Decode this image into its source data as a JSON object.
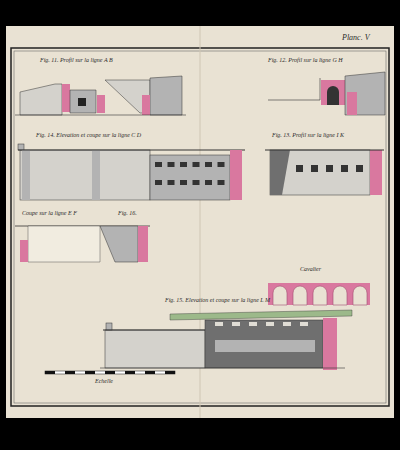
{
  "diagram": {
    "labels": [
      "Planc. V",
      "Fig. 11. Profil sur la ligne A B",
      "Fig. 12. Profil sur la ligne G H",
      "Fig. 14. Elevation et coupe sur la ligne C D",
      "Fig. 13. Profil sur la ligne I K",
      "Coupe sur la ligne E F",
      "Fig. 16.",
      "Cavalier",
      "Fig. 15. Elevation et coupe sur la ligne L M",
      "Echelle"
    ]
  }
}
